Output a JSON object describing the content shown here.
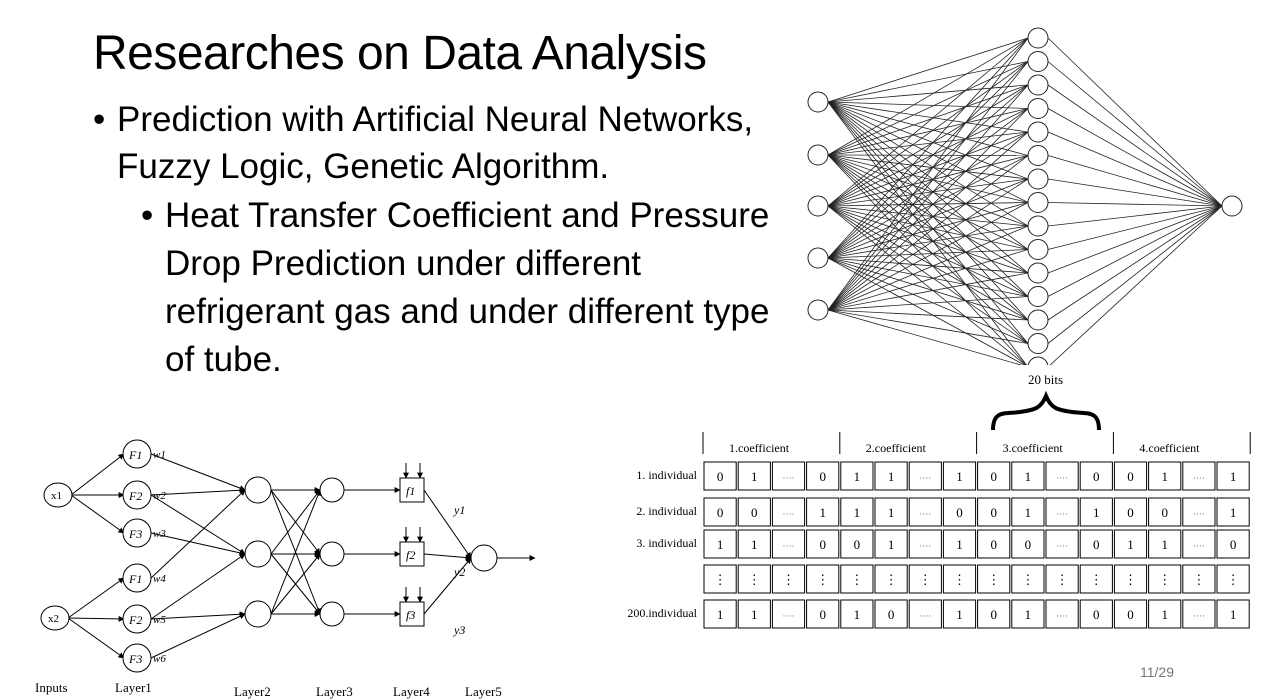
{
  "slide": {
    "title": "Researches on Data Analysis",
    "bullet1": "Prediction with Artificial Neural Networks, Fuzzy Logic, Genetic Algorithm.",
    "bullet2": "Heat Transfer Coefficient and Pressure Drop Prediction under different refrigerant gas and under different type of tube.",
    "page_number": "11/29"
  },
  "fuzzy_network": {
    "layer_labels": [
      "Inputs",
      "Layer1",
      "Layer2",
      "Layer3",
      "Layer4",
      "Layer5"
    ],
    "inputs": [
      "x1",
      "x2"
    ],
    "fuzzy_nodes": [
      "F1",
      "F2",
      "F3",
      "F1",
      "F2",
      "F3"
    ],
    "weights_w1": [
      "w1",
      "w2",
      "w3",
      "w4",
      "w5",
      "w6"
    ],
    "functions": [
      "f1",
      "f2",
      "f3"
    ],
    "outputs": [
      "y1",
      "y2",
      "y3"
    ]
  },
  "chromosome_table": {
    "bits_label": "20 bits",
    "coefficient_headers": [
      "1.coefficient",
      "2.coefficient",
      "3.coefficient",
      "4.coefficient"
    ],
    "rows": [
      {
        "label": "1. individual",
        "cells": [
          "0",
          "1",
          "····",
          "0",
          "1",
          "1",
          "····",
          "1",
          "0",
          "1",
          "····",
          "0",
          "0",
          "1",
          "····",
          "1"
        ]
      },
      {
        "label": "2. individual",
        "cells": [
          "0",
          "0",
          "····",
          "1",
          "1",
          "1",
          "····",
          "0",
          "0",
          "1",
          "····",
          "1",
          "0",
          "0",
          "····",
          "1"
        ]
      },
      {
        "label": "3. individual",
        "cells": [
          "1",
          "1",
          "····",
          "0",
          "0",
          "1",
          "····",
          "1",
          "0",
          "0",
          "····",
          "0",
          "1",
          "1",
          "····",
          "0"
        ]
      },
      {
        "label": "",
        "cells": [
          "⋮",
          "⋮",
          "⋮",
          "⋮",
          "⋮",
          "⋮",
          "⋮",
          "⋮",
          "⋮",
          "⋮",
          "⋮",
          "⋮",
          "⋮",
          "⋮",
          "⋮",
          "⋮"
        ]
      },
      {
        "label": "200.individual",
        "cells": [
          "1",
          "1",
          "····",
          "0",
          "1",
          "0",
          "····",
          "1",
          "0",
          "1",
          "····",
          "0",
          "0",
          "1",
          "····",
          "1"
        ]
      }
    ]
  }
}
